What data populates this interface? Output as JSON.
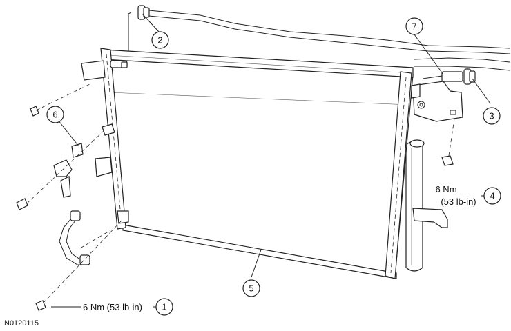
{
  "figure_id": "N0120115",
  "callouts": [
    {
      "number": "1",
      "spec": "6 Nm (53 lb-in)"
    },
    {
      "number": "2"
    },
    {
      "number": "3"
    },
    {
      "number": "4",
      "spec_line1": "6 Nm",
      "spec_line2": "(53 lb-in)"
    },
    {
      "number": "5"
    },
    {
      "number": "6"
    },
    {
      "number": "7"
    }
  ]
}
